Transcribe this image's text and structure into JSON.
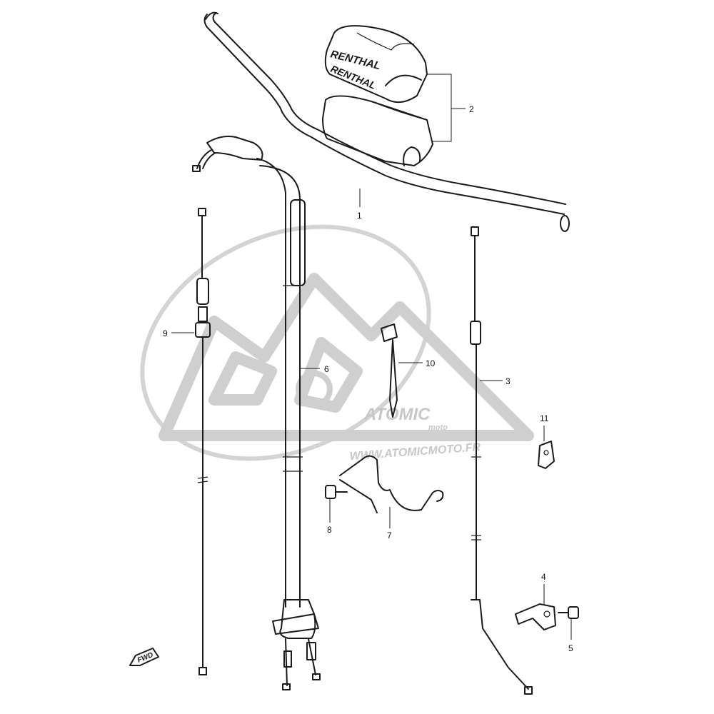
{
  "diagram": {
    "watermark": {
      "brand": "ATOMIC",
      "sub": "moto",
      "url": "WWW.ATOMICMOTO.FR"
    },
    "pad_brand": "RENTHAL",
    "fwd_label": "FWD",
    "callouts": {
      "c1": "1",
      "c2": "2",
      "c3": "3",
      "c4": "4",
      "c5": "5",
      "c6": "6",
      "c7": "7",
      "c8": "8",
      "c9": "9",
      "c10": "10",
      "c11": "11"
    }
  }
}
